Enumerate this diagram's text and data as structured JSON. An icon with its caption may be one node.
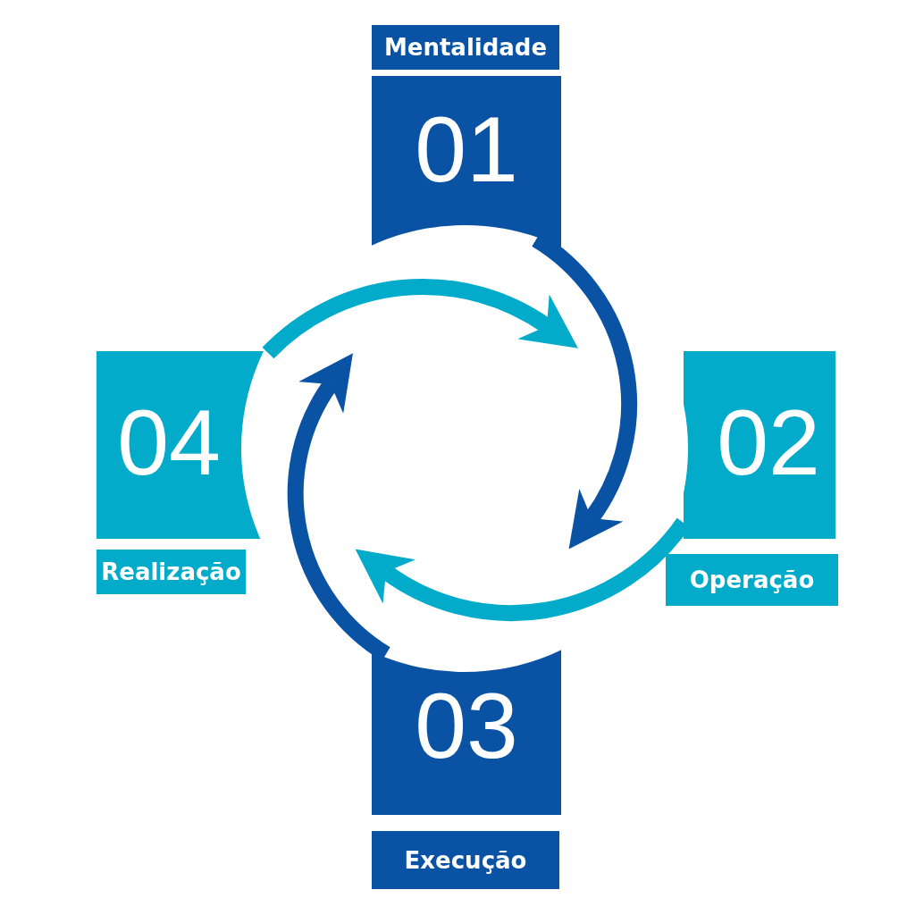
{
  "diagram": {
    "nodes": [
      {
        "text": [
          "Mentalidade",
          "01"
        ]
      },
      {
        "text": [
          "02",
          "Operação"
        ]
      },
      {
        "text": [
          "03",
          "Execução"
        ]
      },
      {
        "text": [
          "04",
          "Realização"
        ]
      }
    ],
    "edges": [
      {
        "from": 0,
        "to": 1,
        "arrow": "to",
        "color": "#0a52a3"
      },
      {
        "from": 1,
        "to": 2,
        "arrow": "to",
        "color": "#02abc9"
      },
      {
        "from": 2,
        "to": 3,
        "arrow": "to",
        "color": "#0a52a3"
      },
      {
        "from": 3,
        "to": 0,
        "arrow": "to",
        "color": "#02abc9"
      }
    ]
  }
}
